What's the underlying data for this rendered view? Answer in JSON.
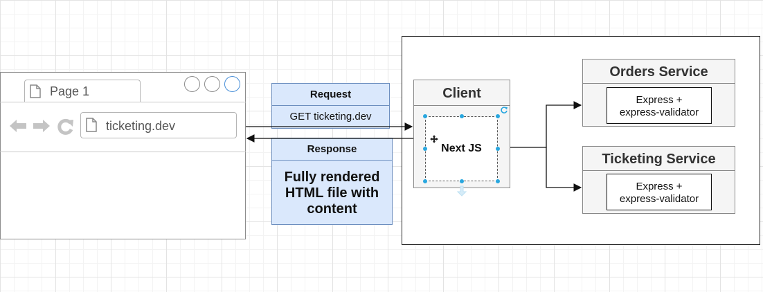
{
  "browser": {
    "tab_label": "Page 1",
    "address": "ticketing.dev"
  },
  "request": {
    "header": "Request",
    "body": "GET ticketing.dev"
  },
  "response": {
    "header": "Response",
    "body_lines": [
      "Fully rendered",
      "HTML file with",
      "content"
    ]
  },
  "client": {
    "title": "Client",
    "inner_label": "Next JS"
  },
  "services": [
    {
      "title": "Orders Service",
      "inner_lines": [
        "Express +",
        "express-validator"
      ]
    },
    {
      "title": "Ticketing Service",
      "inner_lines": [
        "Express +",
        "express-validator"
      ]
    }
  ],
  "colors": {
    "panel_fill": "#dae8fc",
    "panel_stroke": "#6c8ebf",
    "selection_handle": "#29a7df",
    "active_circle": "#4a90d9"
  }
}
